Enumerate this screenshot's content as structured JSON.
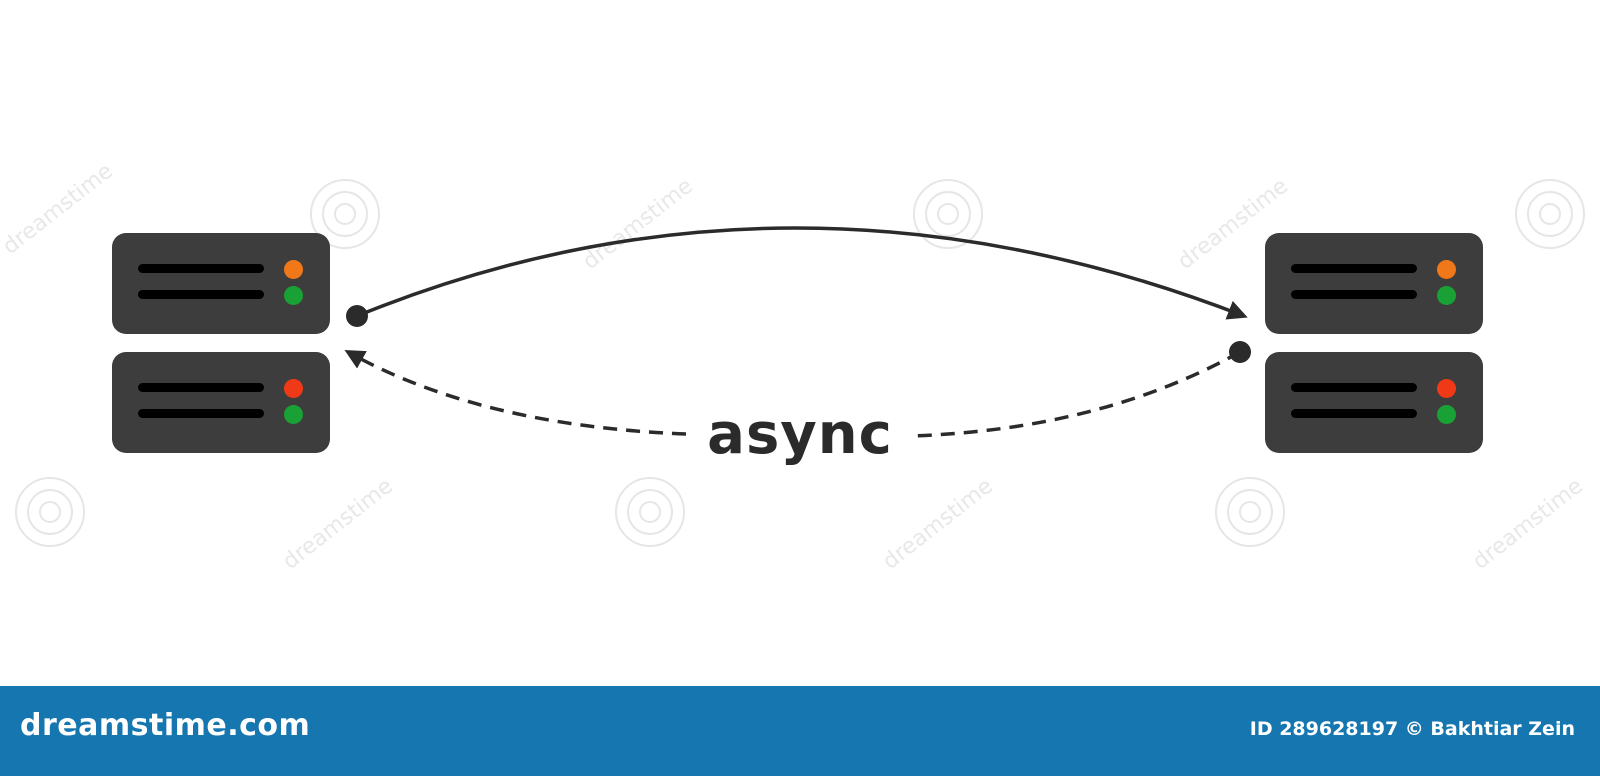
{
  "diagram": {
    "label": "async"
  },
  "servers": [
    {
      "led_top": "#f07818",
      "led_bottom": "#1aa135"
    },
    {
      "led_top": "#f03a17",
      "led_bottom": "#1aa135"
    },
    {
      "led_top": "#f07818",
      "led_bottom": "#1aa135"
    },
    {
      "led_top": "#f03a17",
      "led_bottom": "#1aa135"
    }
  ],
  "watermark": {
    "text": "dreamstime"
  },
  "footer": {
    "logo": "dreamstime.com",
    "credit": "ID 289628197 © Bakhtiar Zein",
    "background": "#1677b0"
  },
  "colors": {
    "server_body": "#3d3d3d",
    "arrow": "#2b2b2b"
  }
}
